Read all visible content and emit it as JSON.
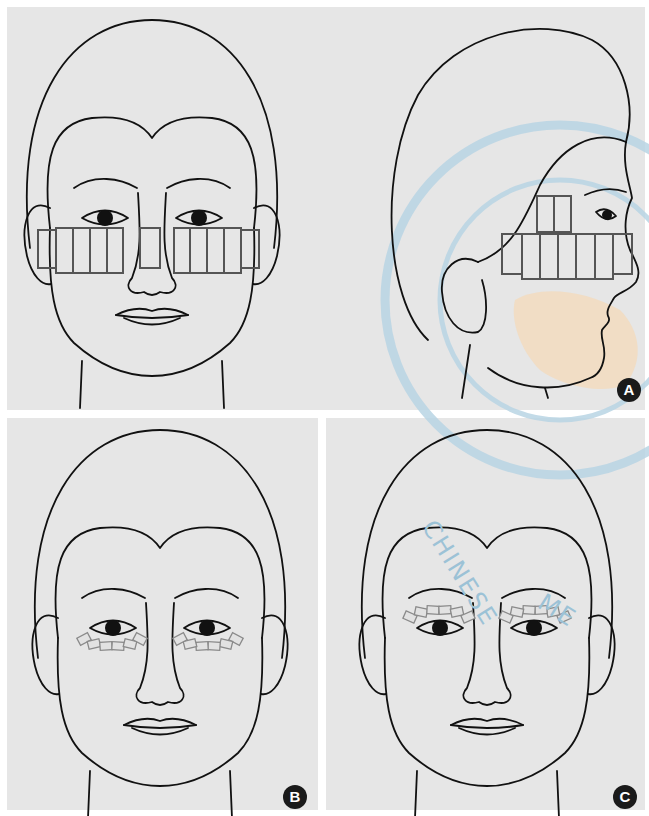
{
  "diagram": {
    "labels": [
      "A",
      "B",
      "C",
      "CHINESE",
      "ME"
    ]
  }
}
